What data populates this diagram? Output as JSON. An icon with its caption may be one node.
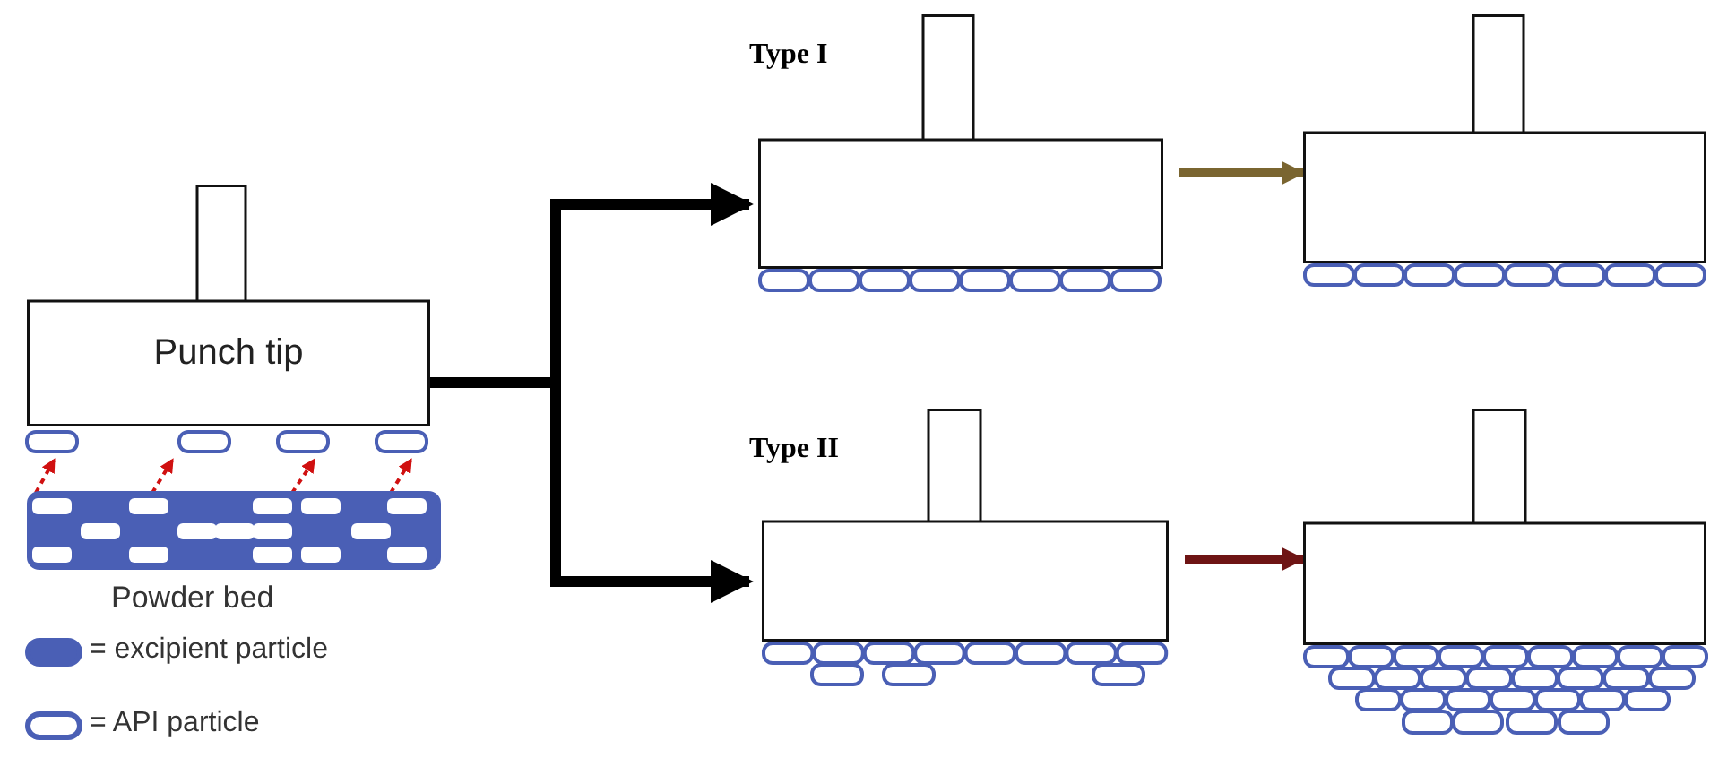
{
  "diagram": {
    "nodes": [
      {
        "text": [
          "Punch tip"
        ]
      },
      {
        "text": [
          "Type I"
        ]
      },
      {
        "text": [],
        "shape": "box"
      },
      {
        "text": [
          "Type II"
        ]
      },
      {
        "text": [],
        "shape": "box"
      }
    ],
    "edges": [
      {
        "from": 0,
        "to": 1,
        "arrow": "to"
      },
      {
        "from": 0,
        "to": 3,
        "arrow": "to"
      },
      {
        "from": 1,
        "to": 2,
        "arrow": "to",
        "color": "#7a6530"
      },
      {
        "from": 3,
        "to": 4,
        "arrow": "to",
        "color": "#6e1414"
      }
    ],
    "labels": [
      "Powder bed"
    ],
    "legend": [
      {
        "text": "= excipient particle",
        "color": "#4a5fb5"
      },
      {
        "text": "= API particle"
      }
    ]
  }
}
